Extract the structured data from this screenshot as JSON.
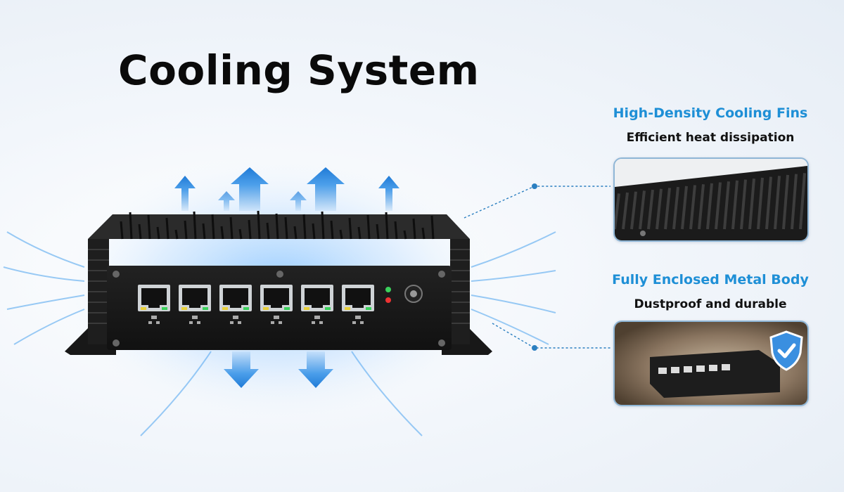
{
  "title": "Cooling System",
  "features": [
    {
      "title": "High-Density Cooling Fins",
      "subtitle": "Efficient heat dissipation"
    },
    {
      "title": "Fully Enclosed Metal Body",
      "subtitle": "Dustproof and durable"
    }
  ],
  "device": {
    "port_count": 6
  },
  "colors": {
    "accent": "#1e8fd6",
    "airflow": "#2f8be0",
    "body": "#1a1a1a",
    "dust": "#8a7560"
  },
  "icons": [
    "airflow-arrow-icon",
    "ethernet-port-icon",
    "network-icon",
    "shield-check-icon",
    "power-icon",
    "storage-icon"
  ]
}
